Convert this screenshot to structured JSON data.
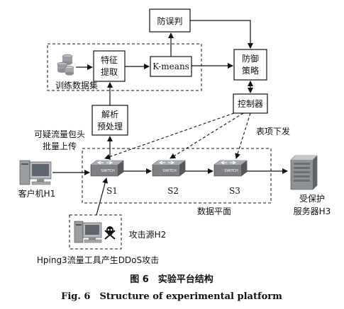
{
  "nodes": {
    "fangwupan": "防误判",
    "tezheng_line1": "特征",
    "tezheng_line2": "提取",
    "kmeans": "K-means",
    "fangyu_line1": "防御",
    "fangyu_line2": "策略",
    "train_data": "训练数据集",
    "jiexi_line1": "解析",
    "jiexi_line2": "预处理",
    "controller": "控制器",
    "suspicious_line1": "可疑流量包头",
    "suspicious_line2": "批量上传",
    "flow_table": "表项下发",
    "client": "客户机H1",
    "s1": "S1",
    "s2": "S2",
    "s3": "S3",
    "data_plane": "数据平面",
    "server_line1": "受保护",
    "server_line2": "服务器H3",
    "attacker": "攻击源H2",
    "hping": "Hping3流量工具产生DDoS攻击",
    "switch_text": "SWITCH"
  },
  "caption": {
    "cn": "图 6　实验平台结构",
    "en": "Fig. 6　Structure of experimental platform"
  }
}
